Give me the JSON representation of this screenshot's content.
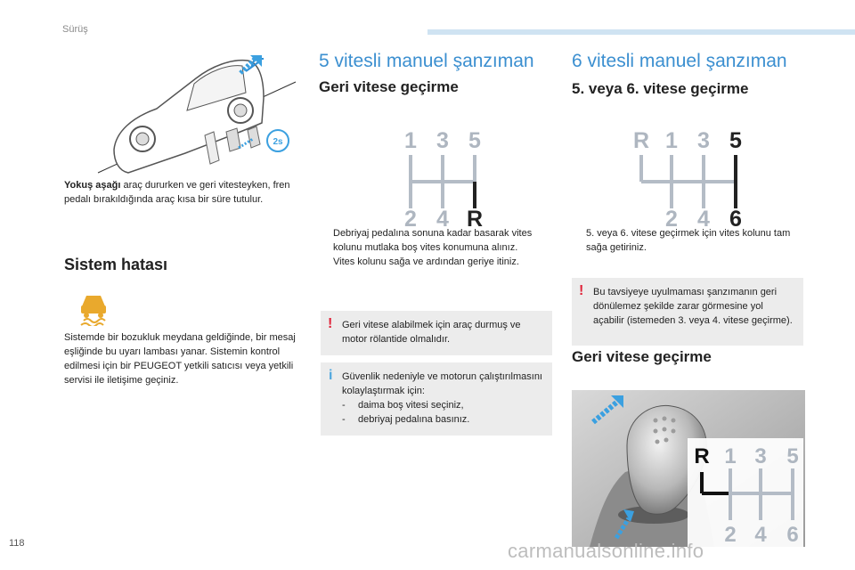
{
  "header": {
    "section": "Sürüş"
  },
  "left": {
    "downhill_bold": "Yokuş aşağı",
    "downhill_text": " araç dururken ve geri vitesteyken, fren pedalı bırakıldığında araç kısa bir süre tutulur.",
    "pedal_badge": "2s",
    "fault_title": "Sistem hatası",
    "fault_text": "Sistemde bir bozukluk meydana geldiğinde, bir mesaj eşliğinde bu uyarı lambası yanar. Sistemin kontrol edilmesi için bir PEUGEOT yetkili satıcısı veya yetkili servisi ile iletişime geçiniz."
  },
  "middle": {
    "title": "5 vitesli manuel şanzıman",
    "subtitle": "Geri vitese geçirme",
    "gears_top": [
      "1",
      "3",
      "5"
    ],
    "gears_bottom": [
      "2",
      "4",
      "R"
    ],
    "bullet_mark": "",
    "bullets": [
      "Debriyaj pedalına sonuna kadar basarak vites kolunu mutlaka boş vites konumuna alınız.",
      "Vites kolunu sağa ve ardından geriye itiniz."
    ],
    "warning_mark": "!",
    "warning_text": "Geri vitese alabilmek için araç durmuş ve motor rölantide olmalıdır.",
    "info_mark": "i",
    "info_intro": "Güvenlik nedeniyle ve motorun çalıştırılmasını kolaylaştırmak için:",
    "dash": "-",
    "info_items": [
      "daima boş vitesi seçiniz,",
      "debriyaj pedalına basınız."
    ]
  },
  "right": {
    "title": "6 vitesli manuel şanzıman",
    "subtitle": "5. veya 6. vitese geçirme",
    "gears_top": [
      "R",
      "1",
      "3",
      "5"
    ],
    "gears_bottom": [
      "2",
      "4",
      "6"
    ],
    "bullet": "5. veya 6. vitese geçirmek için vites kolunu tam sağa getiriniz.",
    "warning_mark": "!",
    "warning_text": "Bu tavsiyeye uyulmaması şanzımanın geri dönülemez şekilde zarar görmesine yol açabilir (istemeden 3. veya 4. vitese geçirme).",
    "reverse_title": "Geri vitese geçirme",
    "photo_gears_top": [
      "R",
      "1",
      "3",
      "5"
    ],
    "photo_gears_bottom": [
      "2",
      "4",
      "6"
    ]
  },
  "footer": {
    "page": "118",
    "watermark": "carmanualsonline.info"
  }
}
